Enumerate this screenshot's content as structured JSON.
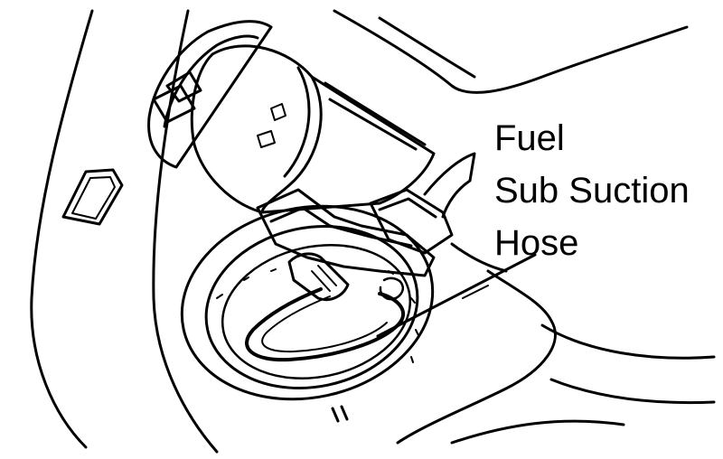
{
  "callout": {
    "lines": [
      "Fuel",
      "Sub Suction",
      "Hose"
    ]
  },
  "colors": {
    "ink": "#000000",
    "paper": "#ffffff"
  }
}
